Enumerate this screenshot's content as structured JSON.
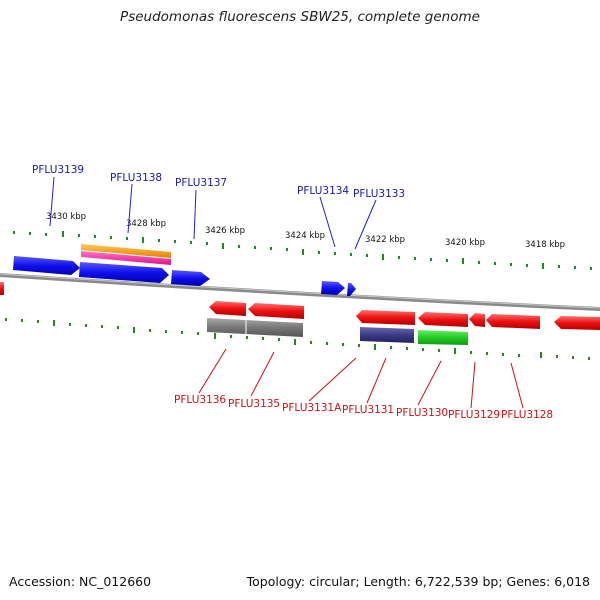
{
  "title": "Pseudomonas fluorescens SBW25, complete genome",
  "footer": {
    "accession": "Accession: NC_012660",
    "topology": "Topology: circular; Length: 6,722,539 bp; Genes: 6,018"
  },
  "colors": {
    "forward_gene": "#1414ff",
    "reverse_gene": "#ff1a1a",
    "forward_label": "#1a1aaa",
    "reverse_label": "#cc1111",
    "tick": "#1f8a1f",
    "backbone": "#888888",
    "orange_feature": "#ff9900",
    "magenta_feature": "#ff33aa",
    "gray_feature": "#777777",
    "navy_feature": "#3a3a88",
    "green_feature": "#22cc22"
  },
  "scale_labels": [
    "3430 kbp",
    "3428 kbp",
    "3426 kbp",
    "3424 kbp",
    "3422 kbp",
    "3420 kbp",
    "3418 kbp"
  ],
  "forward_labels": [
    "PFLU3139",
    "PFLU3138",
    "PFLU3137",
    "PFLU3134",
    "PFLU3133"
  ],
  "reverse_labels": [
    "PFLU3136",
    "PFLU3135",
    "PFLU3131A",
    "PFLU3131",
    "PFLU3130",
    "PFLU3129",
    "PFLU3128"
  ]
}
